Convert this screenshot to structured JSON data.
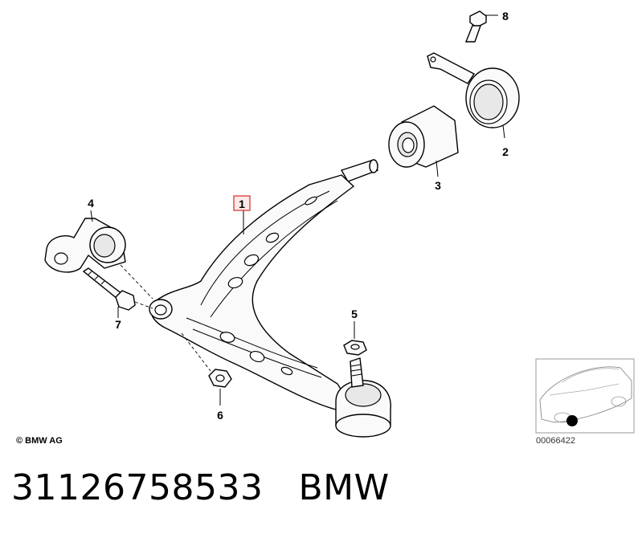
{
  "callouts": {
    "part1": "1",
    "part2": "2",
    "part3": "3",
    "part4": "4",
    "part5": "5",
    "part6": "6",
    "part7": "7",
    "part8": "8"
  },
  "copyright": "© BMW AG",
  "thumbnail_ref": "00066422",
  "caption": {
    "part_number": "31126758533",
    "brand": "BMW"
  },
  "colors": {
    "highlight": "#d9534f",
    "line": "#000000"
  }
}
